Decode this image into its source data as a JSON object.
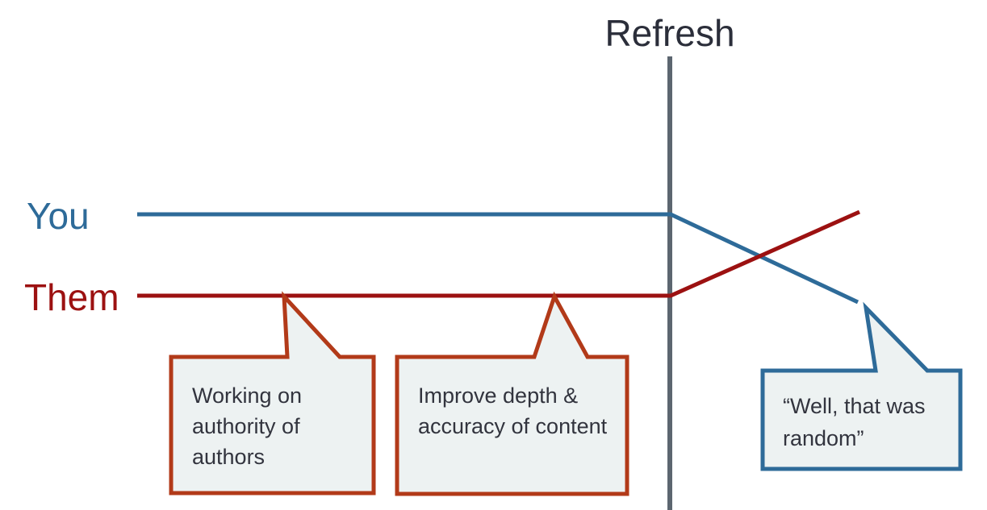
{
  "title": "Refresh",
  "series": {
    "you": {
      "label": "You",
      "color": "#2e6b99"
    },
    "them": {
      "label": "Them",
      "color": "#9c1111"
    }
  },
  "callouts": [
    {
      "id": "authority",
      "text": "Working on authority of authors",
      "border_color": "#b23a19"
    },
    {
      "id": "content",
      "text": "Improve depth & accuracy of content",
      "border_color": "#b23a19"
    },
    {
      "id": "reaction",
      "text": "“Well, that was random”",
      "border_color": "#2e6b99"
    }
  ],
  "colors": {
    "axis": "#5c6670",
    "you_line": "#2e6b99",
    "them_line": "#9c1111",
    "callout_fill": "#edf2f2",
    "callout_red_border": "#b23a19",
    "callout_blue_border": "#2e6b99",
    "callout_text": "#32343e",
    "title_text": "#2b2e3a"
  }
}
